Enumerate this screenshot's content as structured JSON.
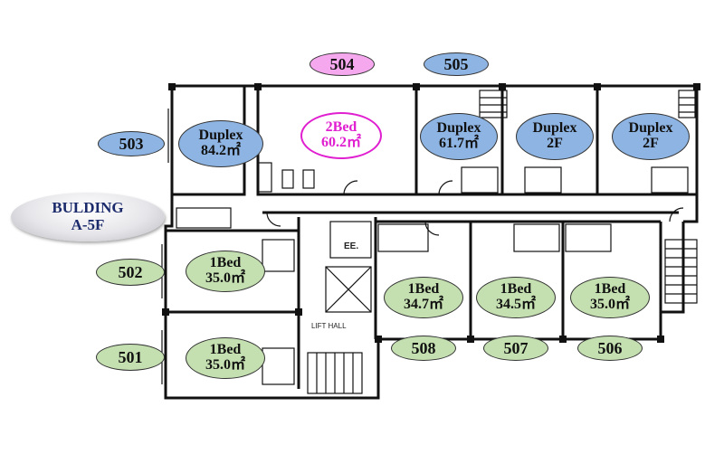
{
  "building": {
    "line1": "BULDING",
    "line2": "A-5F"
  },
  "units": [
    {
      "id": "503",
      "type": "Duplex",
      "area": "84.2㎡"
    },
    {
      "id": "504",
      "type": "2Bed",
      "area": "60.2㎡"
    },
    {
      "id": "505",
      "type": "Duplex",
      "area": "61.7㎡",
      "type2": "Duplex",
      "floor2": "2F",
      "type3": "Duplex",
      "floor3": "2F"
    },
    {
      "id": "502",
      "type": "1Bed",
      "area": "35.0㎡"
    },
    {
      "id": "501",
      "type": "1Bed",
      "area": "35.0㎡"
    },
    {
      "id": "508",
      "type": "1Bed",
      "area": "34.7㎡"
    },
    {
      "id": "507",
      "type": "1Bed",
      "area": "34.5㎡"
    },
    {
      "id": "506",
      "type": "1Bed",
      "area": "35.0㎡"
    }
  ],
  "rooms": {
    "lift_hall": "LIFT HALL",
    "ee": "EE."
  },
  "colors": {
    "duplex": "#8db4e2",
    "one_bed": "#c4dfb0",
    "two_bed_tag": "#f5a8ee",
    "two_bed_outline": "#e020d0",
    "wall": "#111111"
  }
}
